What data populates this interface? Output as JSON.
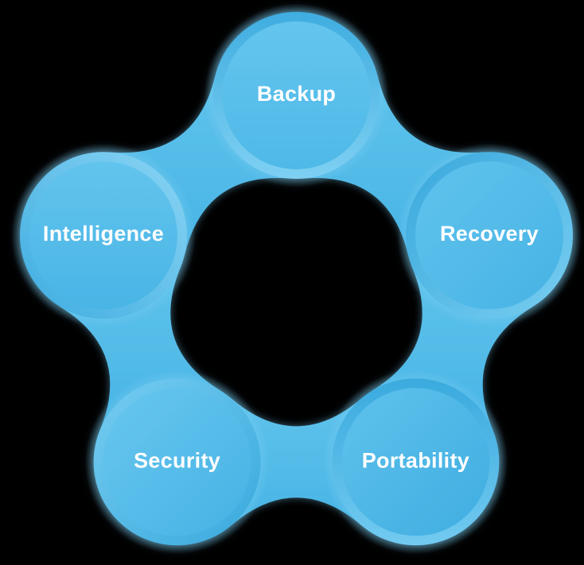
{
  "diagram": {
    "name": "data-protection-cycle",
    "background_color": "#000000",
    "label_color": "#ffffff",
    "palette": {
      "node_light": "#7ed0f2",
      "node_mid": "#55bdea",
      "node_dark": "#3aaade",
      "connector": "#52bae9"
    },
    "nodes": [
      {
        "label": "Backup"
      },
      {
        "label": "Recovery"
      },
      {
        "label": "Portability"
      },
      {
        "label": "Security"
      },
      {
        "label": "Intelligence"
      }
    ]
  }
}
